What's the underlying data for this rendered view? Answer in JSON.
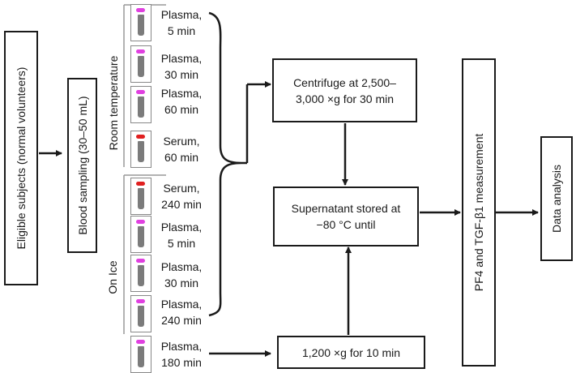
{
  "boxes": {
    "subjects": "Eligible subjects (normal volunteers)",
    "sampling": "Blood sampling (30–50 mL)",
    "centrifuge": "Centrifuge at 2,500–\n3,000 ×g for 30 min",
    "supernatant": "Supernatant stored at\n−80 °C until",
    "spin_1200": "1,200 ×g for 10 min",
    "measurement": "PF4 and TGF-β1 measurement",
    "analysis": "Data analysis"
  },
  "groups": {
    "room_temperature": "Room temperature",
    "on_ice": "On Ice"
  },
  "tubes": [
    {
      "label": "Plasma,\n5 min",
      "cap_color": "#e040e0"
    },
    {
      "label": "Plasma,\n30 min",
      "cap_color": "#e040e0"
    },
    {
      "label": "Plasma,\n60 min",
      "cap_color": "#e040e0"
    },
    {
      "label": "Serum,\n60 min",
      "cap_color": "#e02020"
    },
    {
      "label": "Serum,\n240 min",
      "cap_color": "#e02020"
    },
    {
      "label": "Plasma,\n5 min",
      "cap_color": "#e040e0"
    },
    {
      "label": "Plasma,\n30 min",
      "cap_color": "#e040e0"
    },
    {
      "label": "Plasma,\n240 min",
      "cap_color": "#e040e0"
    },
    {
      "label": "Plasma,\n180 min",
      "cap_color": "#e040e0"
    }
  ]
}
